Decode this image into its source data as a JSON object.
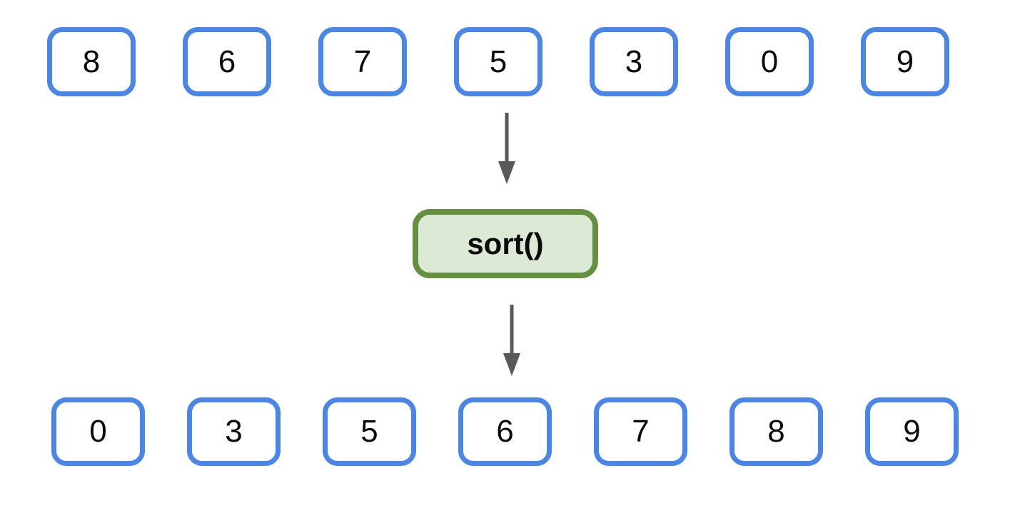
{
  "diagram": {
    "description": "Array sorting diagram: an unsorted list of numbers passes through a sort() operation and produces a sorted list",
    "input_row": {
      "values": [
        "8",
        "6",
        "7",
        "5",
        "3",
        "0",
        "9"
      ]
    },
    "operation": {
      "label": "sort()"
    },
    "output_row": {
      "values": [
        "0",
        "3",
        "5",
        "6",
        "7",
        "8",
        "9"
      ]
    },
    "colors": {
      "box_border": "#4A86E8",
      "box_fill": "#FFFFFF",
      "operation_border": "#649040",
      "operation_fill": "#DCE9D4",
      "arrow": "#58595B",
      "text": "#0B0B0B",
      "background": "#FFFFFF"
    }
  }
}
